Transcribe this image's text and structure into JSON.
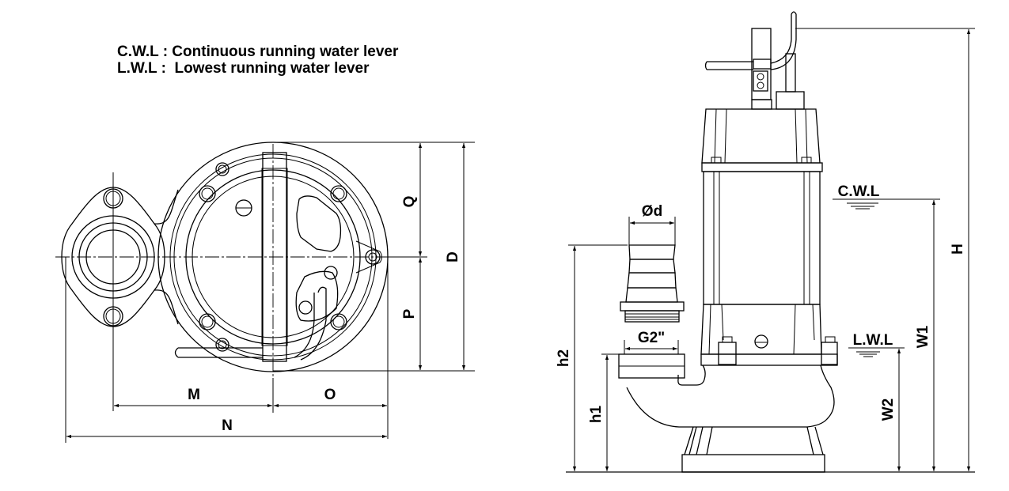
{
  "legend": {
    "cwl_line": "C.W.L : Continuous running water lever",
    "lwl_line": "L.W.L :  Lowest running water lever"
  },
  "top_view": {
    "dimensions": {
      "M": "M",
      "N": "N",
      "O": "O",
      "P": "P",
      "Q": "Q",
      "D": "D"
    }
  },
  "side_view": {
    "water_levels": {
      "cwl": "C.W.L",
      "lwl": "L.W.L"
    },
    "outlet": {
      "hose_diameter": "Ød",
      "thread": "G2\""
    },
    "dimensions": {
      "h1": "h1",
      "h2": "h2",
      "W1": "W1",
      "W2": "W2",
      "H": "H"
    }
  }
}
